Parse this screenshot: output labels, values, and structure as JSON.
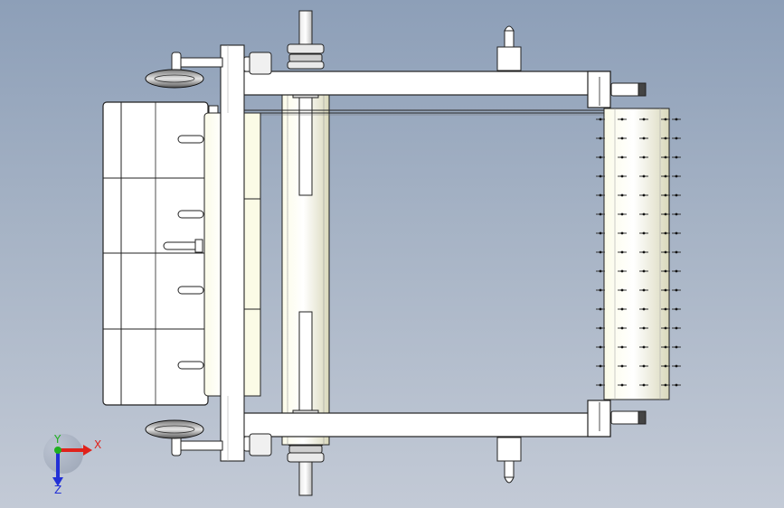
{
  "viewport": {
    "background_top": "#8d9fb8",
    "background_bottom": "#c3cad6",
    "part_fill": "#f4f3dc",
    "edge_color": "#1e1e1e"
  },
  "triad": {
    "x_label": "X",
    "y_label": "Y",
    "z_label": "Z",
    "x_color": "#e0221b",
    "y_color": "#1fb01f",
    "z_color": "#2230d6"
  }
}
